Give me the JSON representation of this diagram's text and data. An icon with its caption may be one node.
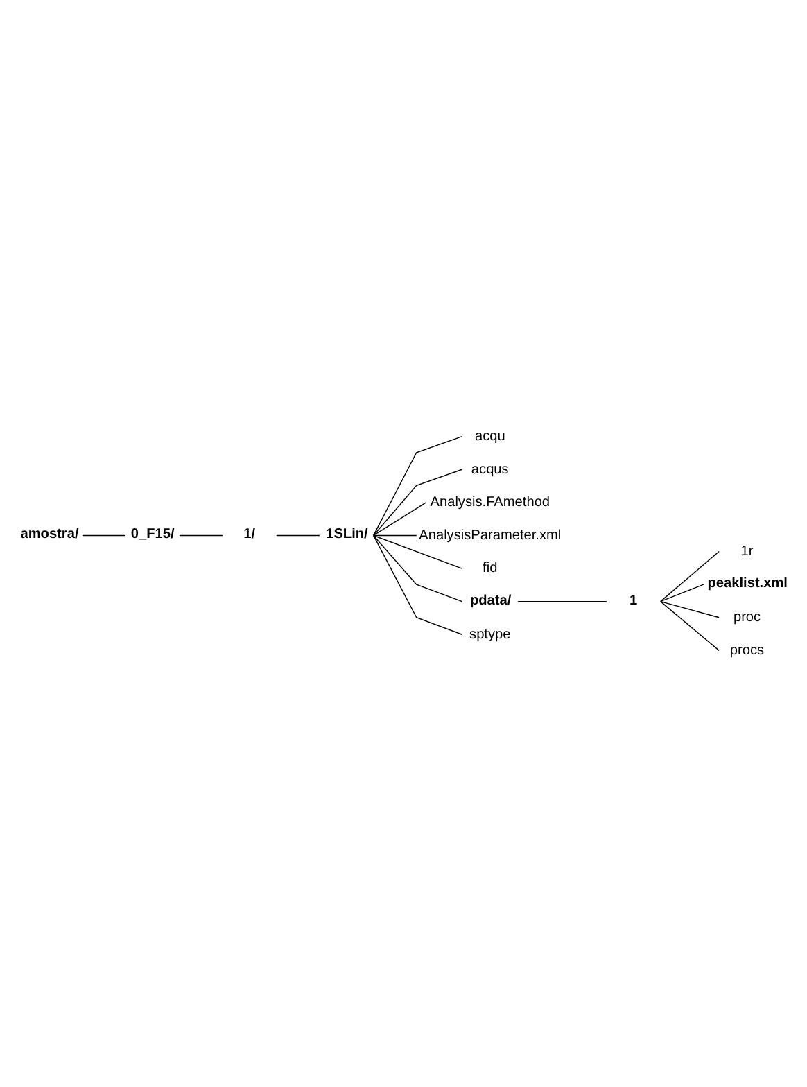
{
  "diagram": {
    "nodes": [
      {
        "text": [
          "amostra/"
        ]
      },
      {
        "text": [
          "0_F15/"
        ]
      },
      {
        "text": [
          "1/"
        ]
      },
      {
        "text": [
          "1SLin/"
        ]
      },
      {
        "text": [
          "acqu"
        ]
      },
      {
        "text": [
          "acqus"
        ]
      },
      {
        "text": [
          "Analysis.FAmethod"
        ]
      },
      {
        "text": [
          "AnalysisParameter.xml"
        ]
      },
      {
        "text": [
          "fid"
        ]
      },
      {
        "text": [
          "pdata/"
        ]
      },
      {
        "text": [
          "1"
        ]
      },
      {
        "text": [
          "1r"
        ]
      },
      {
        "text": [
          "peaklist.xml"
        ]
      },
      {
        "text": [
          "proc"
        ]
      },
      {
        "text": [
          "procs"
        ]
      },
      {
        "text": [
          "sptype"
        ]
      }
    ],
    "edges": [
      {
        "from": 0,
        "to": 1,
        "arrow": "none"
      },
      {
        "from": 1,
        "to": 2,
        "arrow": "none"
      },
      {
        "from": 2,
        "to": 3,
        "arrow": "none"
      },
      {
        "from": 3,
        "to": 4,
        "arrow": "none"
      },
      {
        "from": 3,
        "to": 5,
        "arrow": "none"
      },
      {
        "from": 3,
        "to": 6,
        "arrow": "none"
      },
      {
        "from": 3,
        "to": 7,
        "arrow": "none"
      },
      {
        "from": 3,
        "to": 8,
        "arrow": "none"
      },
      {
        "from": 3,
        "to": 9,
        "arrow": "none"
      },
      {
        "from": 9,
        "to": 10,
        "arrow": "none"
      },
      {
        "from": 10,
        "to": 11,
        "arrow": "none"
      },
      {
        "from": 10,
        "to": 12,
        "arrow": "none"
      },
      {
        "from": 10,
        "to": 13,
        "arrow": "none"
      },
      {
        "from": 10,
        "to": 14,
        "arrow": "none"
      },
      {
        "from": 3,
        "to": 15,
        "arrow": "none"
      }
    ]
  }
}
